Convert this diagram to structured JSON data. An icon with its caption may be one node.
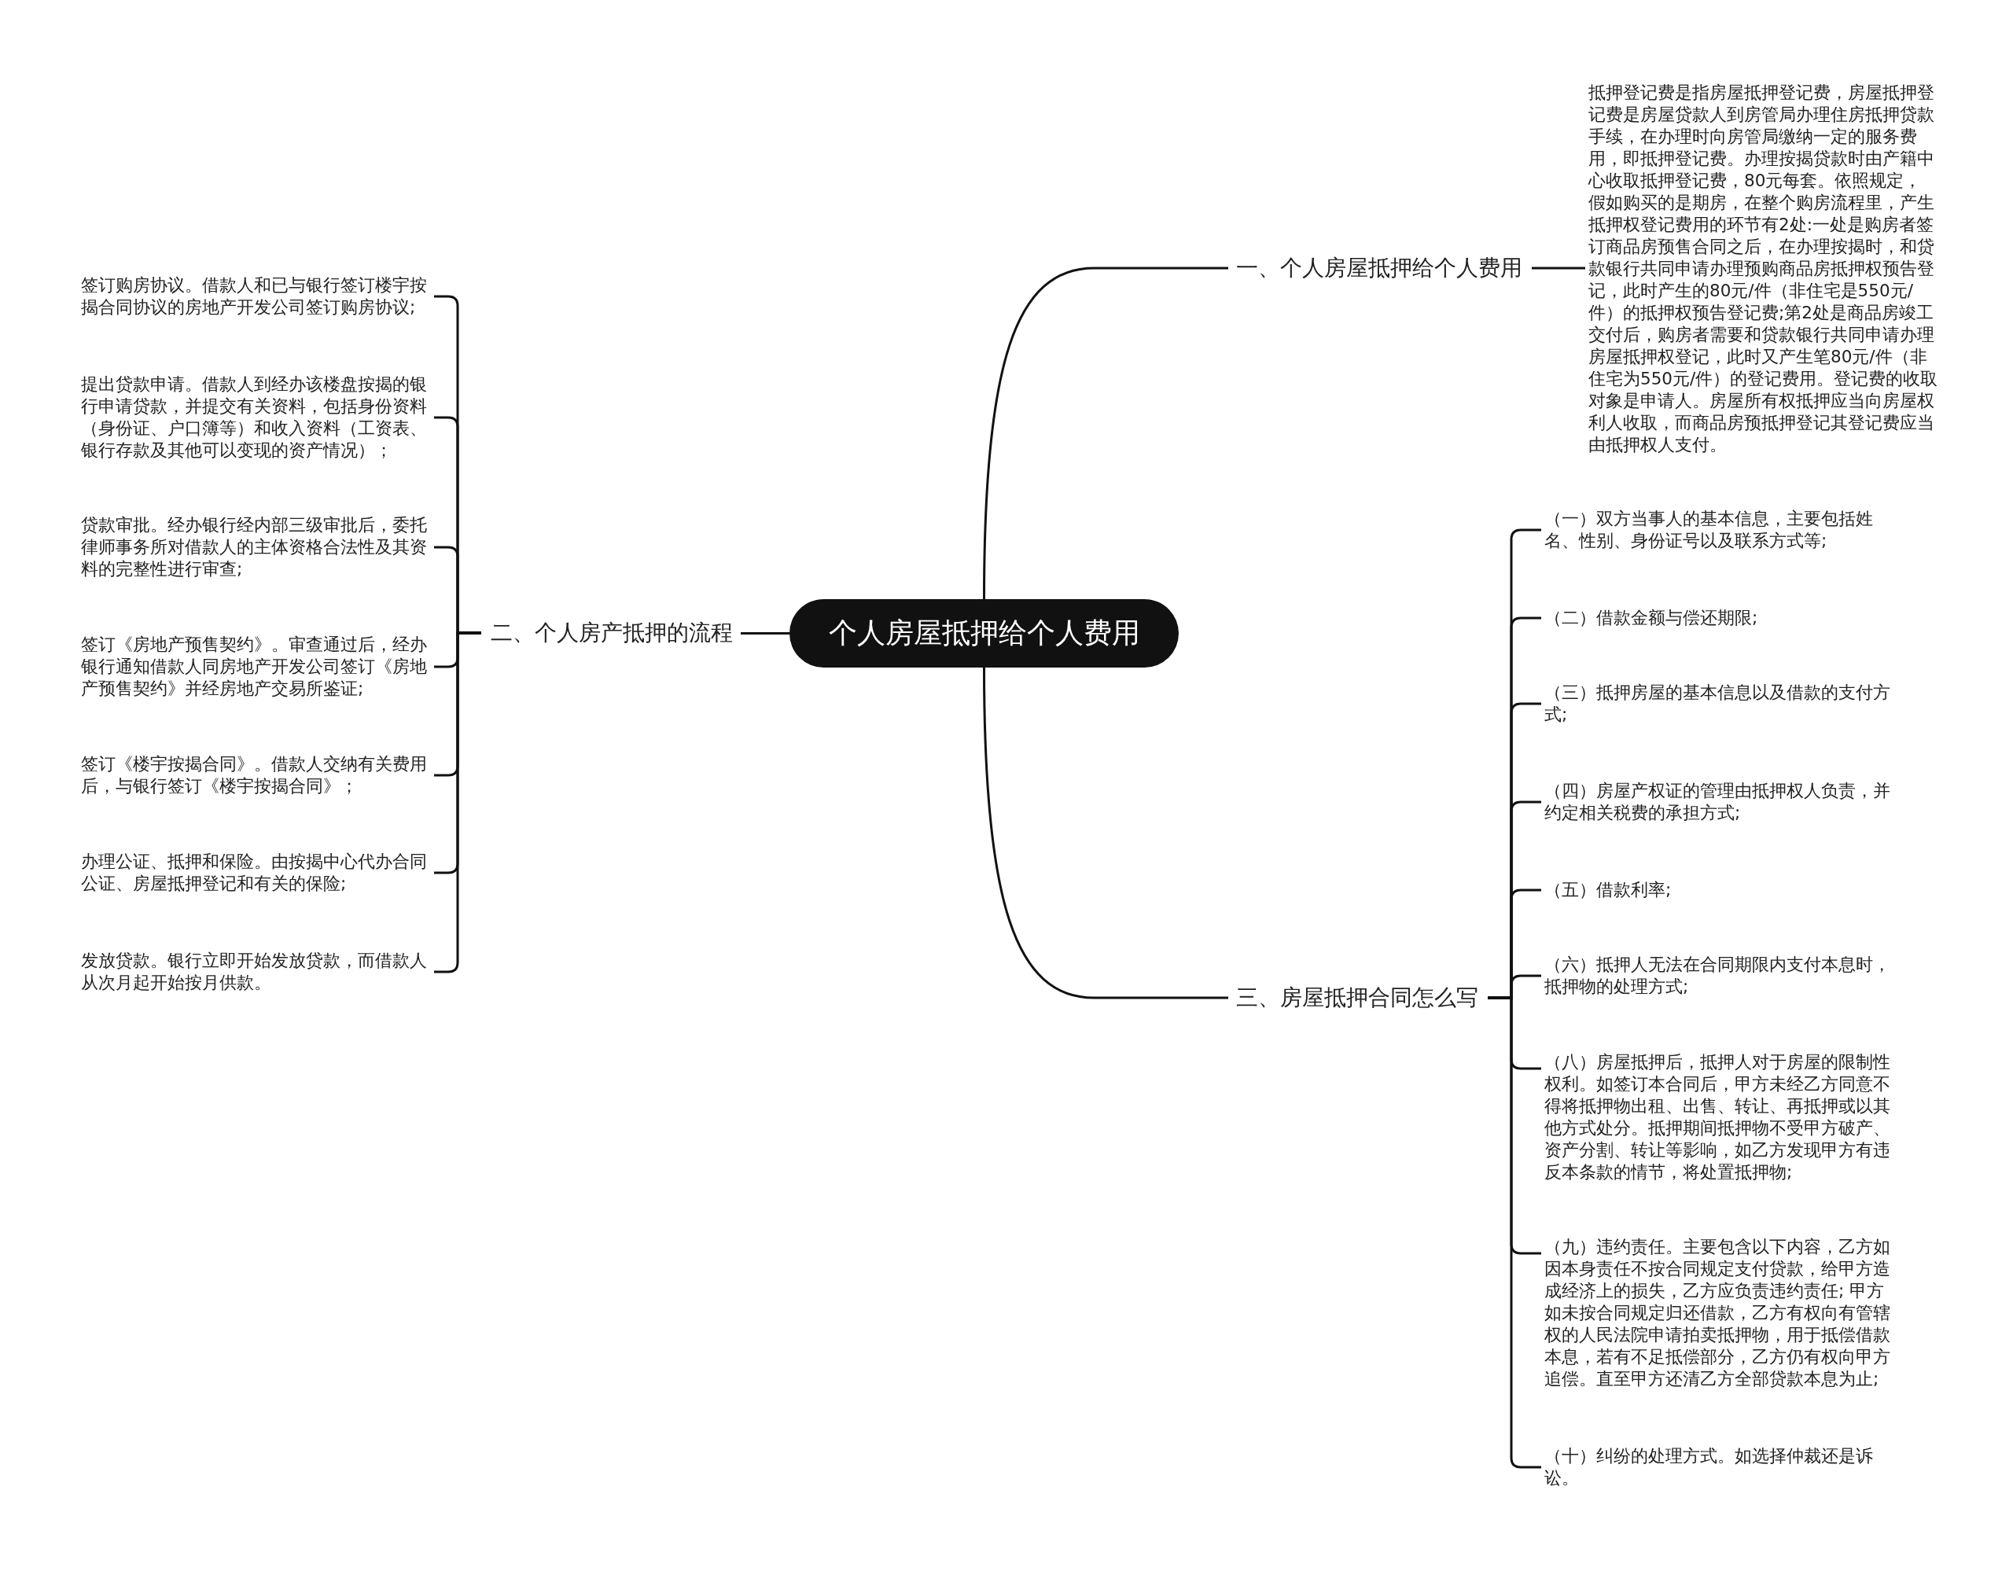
{
  "diagram": {
    "nodes": [
      {
        "text": [
          "个人房屋抵押给个人费用"
        ]
      },
      {
        "text": [
          "一、个人房屋抵押给个人费用"
        ]
      },
      {
        "text": [
          "抵押登记费是指房屋抵押登记费，房屋抵押登记费是房屋贷款人到房管局办理住房抵押贷款手续，在办理时向房管局缴纳一定的服务费用，即抵押登记费。办理按揭贷款时由产籍中心收取抵押登记费，80元每套。依照规定，假如购买的是期房，在整个购房流程里，产生抵押权登记费用的环节有2处:一处是购房者签订商品房预售合同之后，在办理按揭时，和贷款银行共同申请办理预购商品房抵押权预告登记，此时产生的80元/件（非住宅是550元/件）的抵押权预告登记费;第2处是商品房竣工交付后，购房者需要和贷款银行共同申请办理房屋抵押权登记，此时又产生笔80元/件（非住宅为550元/件）的登记费用。登记费的收取对象是申请人。房屋所有权抵押应当向房屋权利人收取，而商品房预抵押登记其登记费应当由抵押权人支付。"
        ]
      },
      {
        "text": [
          "二、个人房产抵押的流程"
        ]
      },
      {
        "text": [
          "签订购房协议。借款人和已与银行签订楼宇按揭合同协议的房地产开发公司签订购房协议;"
        ]
      },
      {
        "text": [
          "提出贷款申请。借款人到经办该楼盘按揭的银行申请贷款，并提交有关资料，包括身份资料（身份证、户口簿等）和收入资料（工资表、银行存款及其他可以变现的资产情况）；"
        ]
      },
      {
        "text": [
          "贷款审批。经办银行经内部三级审批后，委托律师事务所对借款人的主体资格合法性及其资料的完整性进行审查;"
        ]
      },
      {
        "text": [
          "签订《房地产预售契约》。审查通过后，经办银行通知借款人同房地产开发公司签订《房地产预售契约》并经房地产交易所鉴证;"
        ]
      },
      {
        "text": [
          "签订《楼宇按揭合同》。借款人交纳有关费用后，与银行签订《楼宇按揭合同》；"
        ]
      },
      {
        "text": [
          "办理公证、抵押和保险。由按揭中心代办合同公证、房屋抵押登记和有关的保险;"
        ]
      },
      {
        "text": [
          "发放贷款。银行立即开始发放贷款，而借款人从次月起开始按月供款。"
        ]
      },
      {
        "text": [
          "三、房屋抵押合同怎么写"
        ]
      },
      {
        "text": [
          "（一）双方当事人的基本信息，主要包括姓名、性别、身份证号以及联系方式等;"
        ]
      },
      {
        "text": [
          "（二）借款金额与偿还期限;"
        ]
      },
      {
        "text": [
          "（三）抵押房屋的基本信息以及借款的支付方式;"
        ]
      },
      {
        "text": [
          "（四）房屋产权证的管理由抵押权人负责，并约定相关税费的承担方式;"
        ]
      },
      {
        "text": [
          "（五）借款利率;"
        ]
      },
      {
        "text": [
          "（六）抵押人无法在合同期限内支付本息时，抵押物的处理方式;"
        ]
      },
      {
        "text": [
          "（八）房屋抵押后，抵押人对于房屋的限制性权利。如签订本合同后，甲方未经乙方同意不得将抵押物出租、出售、转让、再抵押或以其他方式处分。抵押期间抵押物不受甲方破产、资产分割、转让等影响，如乙方发现甲方有违反本条款的情节，将处置抵押物;"
        ]
      },
      {
        "text": [
          "（九）违约责任。主要包含以下内容，乙方如因本身责任不按合同规定支付贷款，给甲方造成经济上的损失，乙方应负责违约责任; 甲方如未按合同规定归还借款，乙方有权向有管辖权的人民法院申请拍卖抵押物，用于抵偿借款本息，若有不足抵偿部分，乙方仍有权向甲方追偿。直至甲方还清乙方全部贷款本息为止;"
        ]
      },
      {
        "text": [
          "（十）纠纷的处理方式。如选择仲裁还是诉讼。"
        ]
      }
    ],
    "edges": [
      {
        "from": 0,
        "to": 1,
        "arrow": "none"
      },
      {
        "from": 1,
        "to": 2,
        "arrow": "none"
      },
      {
        "from": 0,
        "to": 3,
        "arrow": "none"
      },
      {
        "from": 3,
        "to": 4,
        "arrow": "none"
      },
      {
        "from": 3,
        "to": 5,
        "arrow": "none"
      },
      {
        "from": 3,
        "to": 6,
        "arrow": "none"
      },
      {
        "from": 3,
        "to": 7,
        "arrow": "none"
      },
      {
        "from": 3,
        "to": 8,
        "arrow": "none"
      },
      {
        "from": 3,
        "to": 9,
        "arrow": "none"
      },
      {
        "from": 3,
        "to": 10,
        "arrow": "none"
      },
      {
        "from": 0,
        "to": 11,
        "arrow": "none"
      },
      {
        "from": 11,
        "to": 12,
        "arrow": "none"
      },
      {
        "from": 11,
        "to": 13,
        "arrow": "none"
      },
      {
        "from": 11,
        "to": 14,
        "arrow": "none"
      },
      {
        "from": 11,
        "to": 15,
        "arrow": "none"
      },
      {
        "from": 11,
        "to": 16,
        "arrow": "none"
      },
      {
        "from": 11,
        "to": 17,
        "arrow": "none"
      },
      {
        "from": 11,
        "to": 18,
        "arrow": "none"
      },
      {
        "from": 11,
        "to": 19,
        "arrow": "none"
      },
      {
        "from": 11,
        "to": 20,
        "arrow": "none"
      }
    ]
  }
}
